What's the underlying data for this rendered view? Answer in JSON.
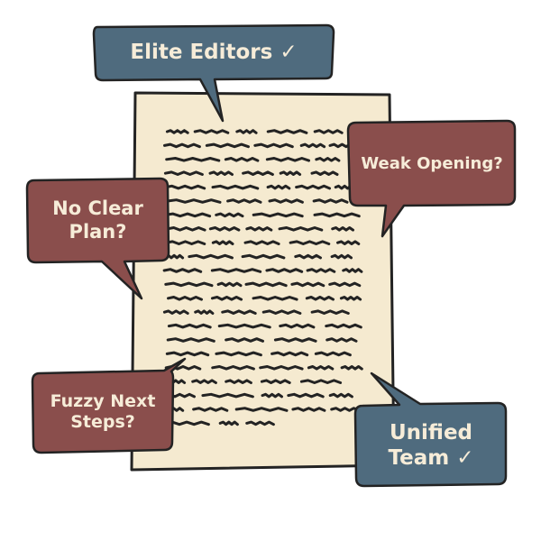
{
  "callouts": {
    "elite_editors": "Elite Editors ✓",
    "weak_opening": "Weak Opening?",
    "no_clear_plan": {
      "line1": "No Clear",
      "line2": "Plan?"
    },
    "fuzzy_next_steps": {
      "line1": "Fuzzy Next",
      "line2": "Steps?"
    },
    "unified_team": {
      "line1": "Unified",
      "line2": "Team ✓"
    }
  },
  "colors": {
    "positive_bubble": "#4f6b7e",
    "negative_bubble": "#8a4e4c",
    "page": "#f5ead0",
    "ink": "#232323",
    "bubble_text": "#f6ecd8"
  },
  "icons": {
    "check": "check-icon",
    "document": "document-icon"
  }
}
